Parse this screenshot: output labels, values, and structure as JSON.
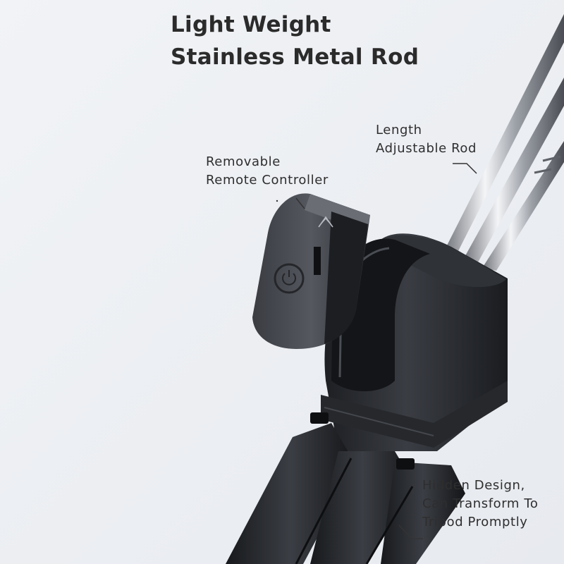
{
  "headline": {
    "line1": "Light Weight",
    "line2": "Stainless Metal Rod"
  },
  "callouts": {
    "rod": {
      "line1": "Length",
      "line2": "Adjustable Rod"
    },
    "remote": {
      "line1": "Removable",
      "line2": "Remote Controller"
    },
    "tripod": {
      "line1": "Hidden Design,",
      "line2": "Can Transform To",
      "line3": "Tripod Promptly"
    }
  },
  "icons": [
    "bluetooth-icon",
    "power-button-icon"
  ],
  "colors": {
    "background": "#eef0f4",
    "product_body": "#2a2c31",
    "metal_rod": "#b9bdc3",
    "text": "#2e2e2e"
  }
}
